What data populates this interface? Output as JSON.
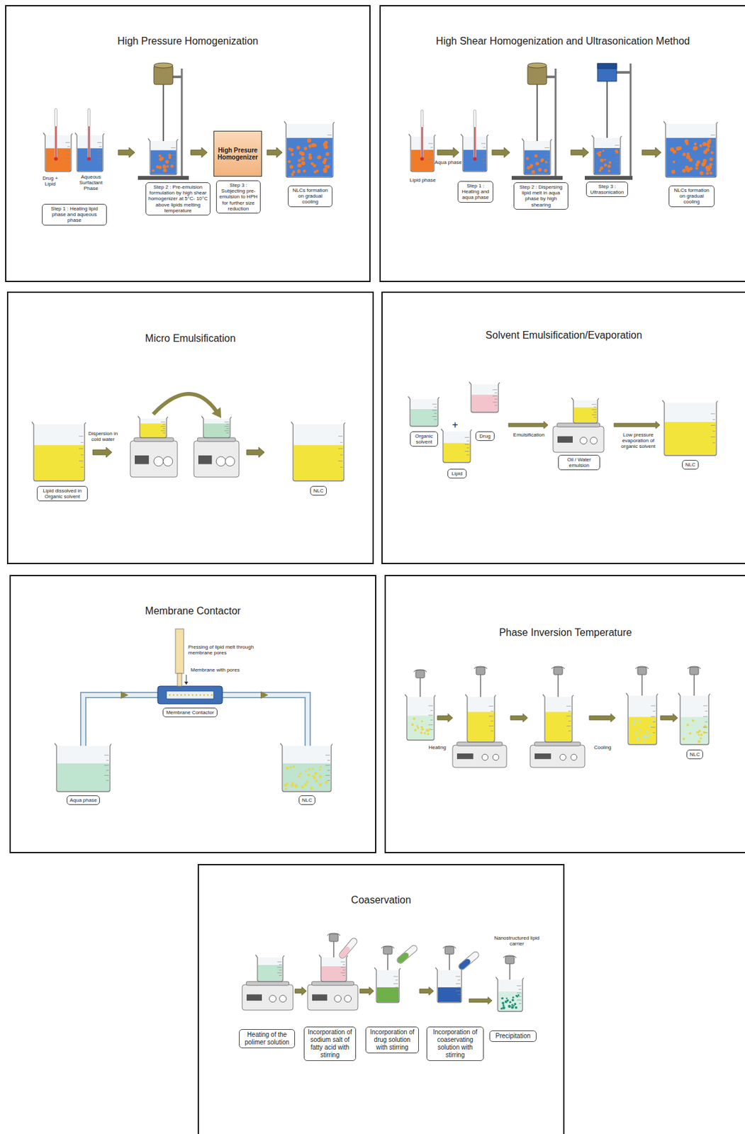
{
  "diagram": {
    "nodes": [
      {
        "text": [
          "High Pressure Homogenization"
        ]
      },
      {
        "text": [
          "Step 1 : Heating lipid phase and aqueous phase"
        ],
        "in": 0
      },
      {
        "text": [
          "Step 2 : Pre-emulsion formulation by high shear homogenizer at 5°C- 10°C above lipids melting temperature"
        ],
        "in": 0
      },
      {
        "text": [
          "High Presure Homogenizer"
        ],
        "in": 0
      },
      {
        "text": [
          "Step 3 : Subjecting pre-emulsion to HPH for further size reduction"
        ],
        "in": 0
      },
      {
        "text": [
          "NLCs formation on gradual cooling"
        ],
        "in": 0
      },
      {
        "text": [
          "High Shear Homogenization and Ultrasonication Method"
        ]
      },
      {
        "text": [
          "Step 1 : Heating and aqua phase"
        ],
        "in": 6
      },
      {
        "text": [
          "Step 2 : Dispersing lipid melt in aqua phase by high shearing"
        ],
        "in": 6
      },
      {
        "text": [
          "Step 3 : Ultrasonication"
        ],
        "in": 6
      },
      {
        "text": [
          "NLCs formation on gradual cooling"
        ],
        "in": 6
      },
      {
        "text": [
          "Micro Emulsification"
        ]
      },
      {
        "text": [
          "Lipid dissolved in Organic solvent"
        ],
        "in": 11
      },
      {
        "text": [
          "NLC"
        ],
        "in": 11
      },
      {
        "text": [
          "Solvent Emulsification/Evaporation"
        ]
      },
      {
        "text": [
          "Organic solvent"
        ],
        "in": 14
      },
      {
        "text": [
          "Drug"
        ],
        "in": 14
      },
      {
        "text": [
          "Lipid"
        ],
        "in": 14
      },
      {
        "text": [
          "Oil / Water emulsion"
        ],
        "in": 14
      },
      {
        "text": [
          "NLC"
        ],
        "in": 14
      },
      {
        "text": [
          "Membrane Contactor"
        ]
      },
      {
        "text": [
          "Membrane Contactor"
        ],
        "in": 20
      },
      {
        "text": [
          "Aqua phase"
        ],
        "in": 20
      },
      {
        "text": [
          "NLC"
        ],
        "in": 20
      },
      {
        "text": [
          "Phase Inversion Temperature"
        ]
      },
      {
        "text": [
          "NLC"
        ],
        "in": 24
      },
      {
        "text": [
          "Coaservation"
        ]
      },
      {
        "text": [
          "Heating of the polimer solution"
        ],
        "in": 26
      },
      {
        "text": [
          "Incorporation of sodium salt of fatty acid with stirring"
        ],
        "in": 26
      },
      {
        "text": [
          "Incorporation of drug solution with stirring"
        ],
        "in": 26
      },
      {
        "text": [
          "Incorporation of coaservating solution with stirring"
        ],
        "in": 26
      },
      {
        "text": [
          "Precipitation"
        ],
        "in": 26
      }
    ],
    "labels": [
      "Drug + Lipid",
      "Aqueous Surfactant Phase",
      "Lipid phase",
      "Aqua phase",
      "Dispersion in cold water",
      "+",
      "Emulsification",
      "Low pressure evaporation of organic solvent",
      "Pressing of lipid melt through membrane pores",
      "Membrane with pores",
      "Heating",
      "Cooling",
      "Nanostructured lipid carrier"
    ]
  }
}
